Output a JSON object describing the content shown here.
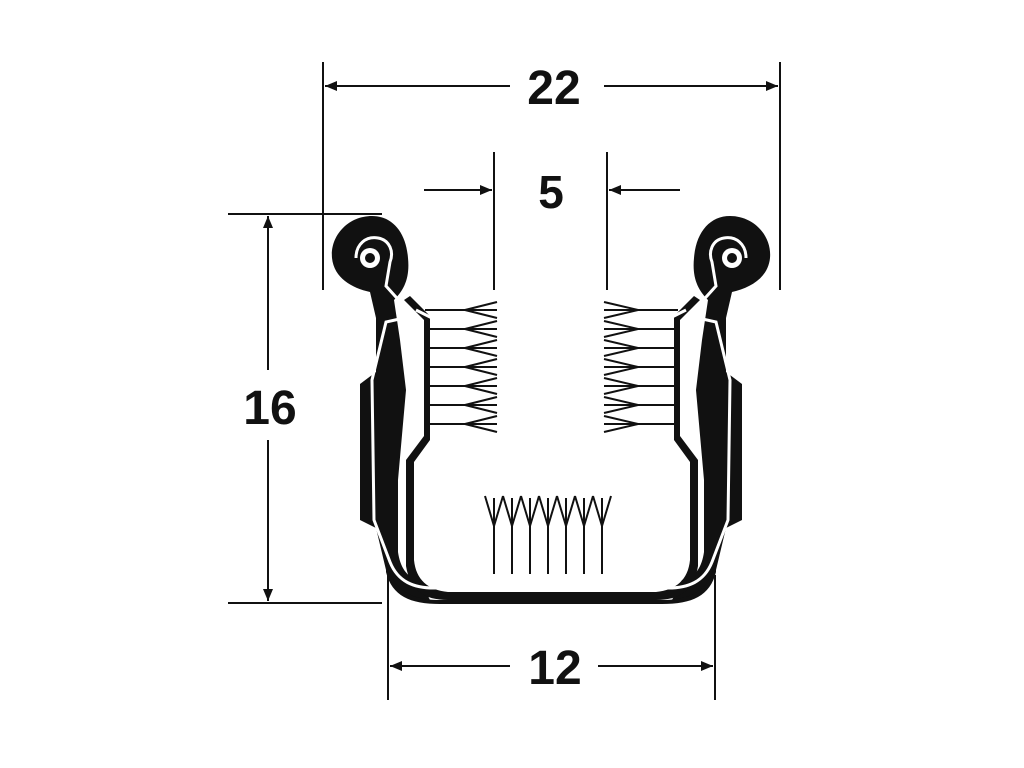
{
  "dimensions": {
    "overall_width": "22",
    "gap_width": "5",
    "height": "16",
    "base_width": "12"
  },
  "colors": {
    "line": "#111111",
    "profile_fill": "#111111",
    "inner_line": "#ffffff",
    "background": "#ffffff"
  }
}
